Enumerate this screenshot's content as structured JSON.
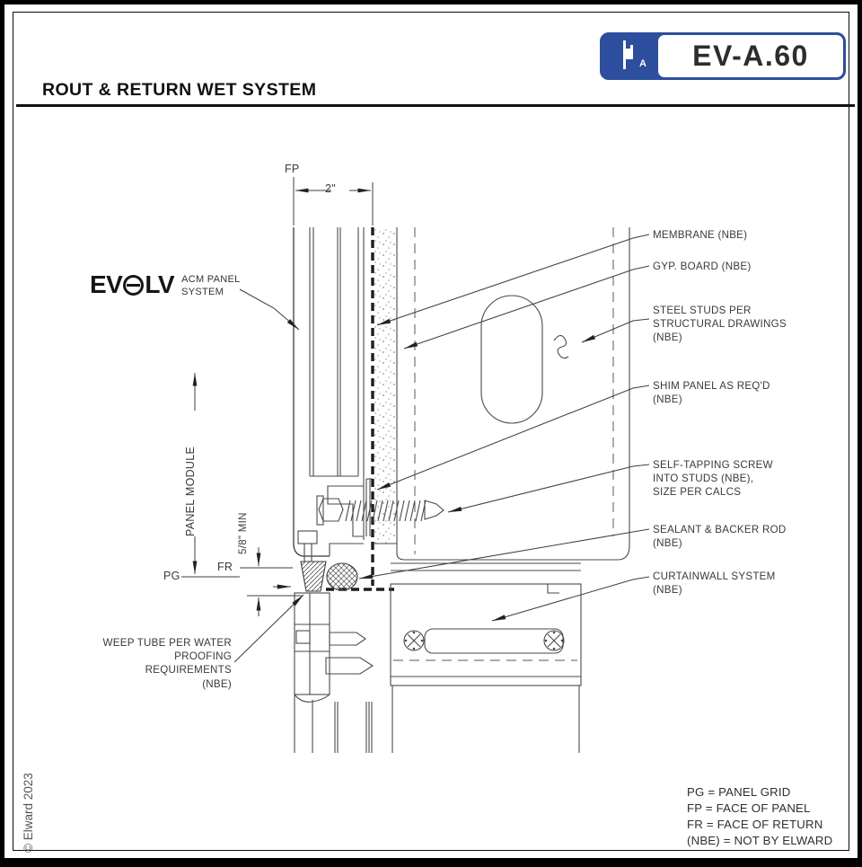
{
  "badge": {
    "code": "EV-A.60",
    "section_letter": "A"
  },
  "title": "ROUT & RETURN WET SYSTEM",
  "brand": {
    "left": "EV",
    "right": "LV",
    "tagline": "ACM PANEL\nSYSTEM"
  },
  "callouts": {
    "membrane": "MEMBRANE (NBE)",
    "gyp_board": "GYP. BOARD (NBE)",
    "steel_studs": "STEEL STUDS PER\nSTRUCTURAL DRAWINGS\n(NBE)",
    "shim": "SHIM PANEL AS REQ'D\n(NBE)",
    "screw": "SELF-TAPPING SCREW\nINTO STUDS (NBE),\nSIZE PER CALCS",
    "sealant": "SEALANT & BACKER ROD\n(NBE)",
    "curtainwall": "CURTAINWALL SYSTEM\n(NBE)",
    "weep": "WEEP TUBE PER WATER\nPROOFING REQUIREMENTS\n(NBE)"
  },
  "dimensions": {
    "fp": "FP",
    "panel_width": "2\"",
    "panel_module": "PANEL MODULE",
    "joint_min": "5/8\" MIN",
    "fr": "FR",
    "pg": "PG"
  },
  "legend": [
    "PG = PANEL GRID",
    "FP = FACE OF PANEL",
    "FR = FACE OF RETURN",
    "(NBE) = NOT BY ELWARD"
  ],
  "copyright": "© Elward 2023",
  "colors": {
    "accent_blue": "#2e4e9e",
    "line": "#4a4a4a",
    "text": "#3a3a3a"
  }
}
